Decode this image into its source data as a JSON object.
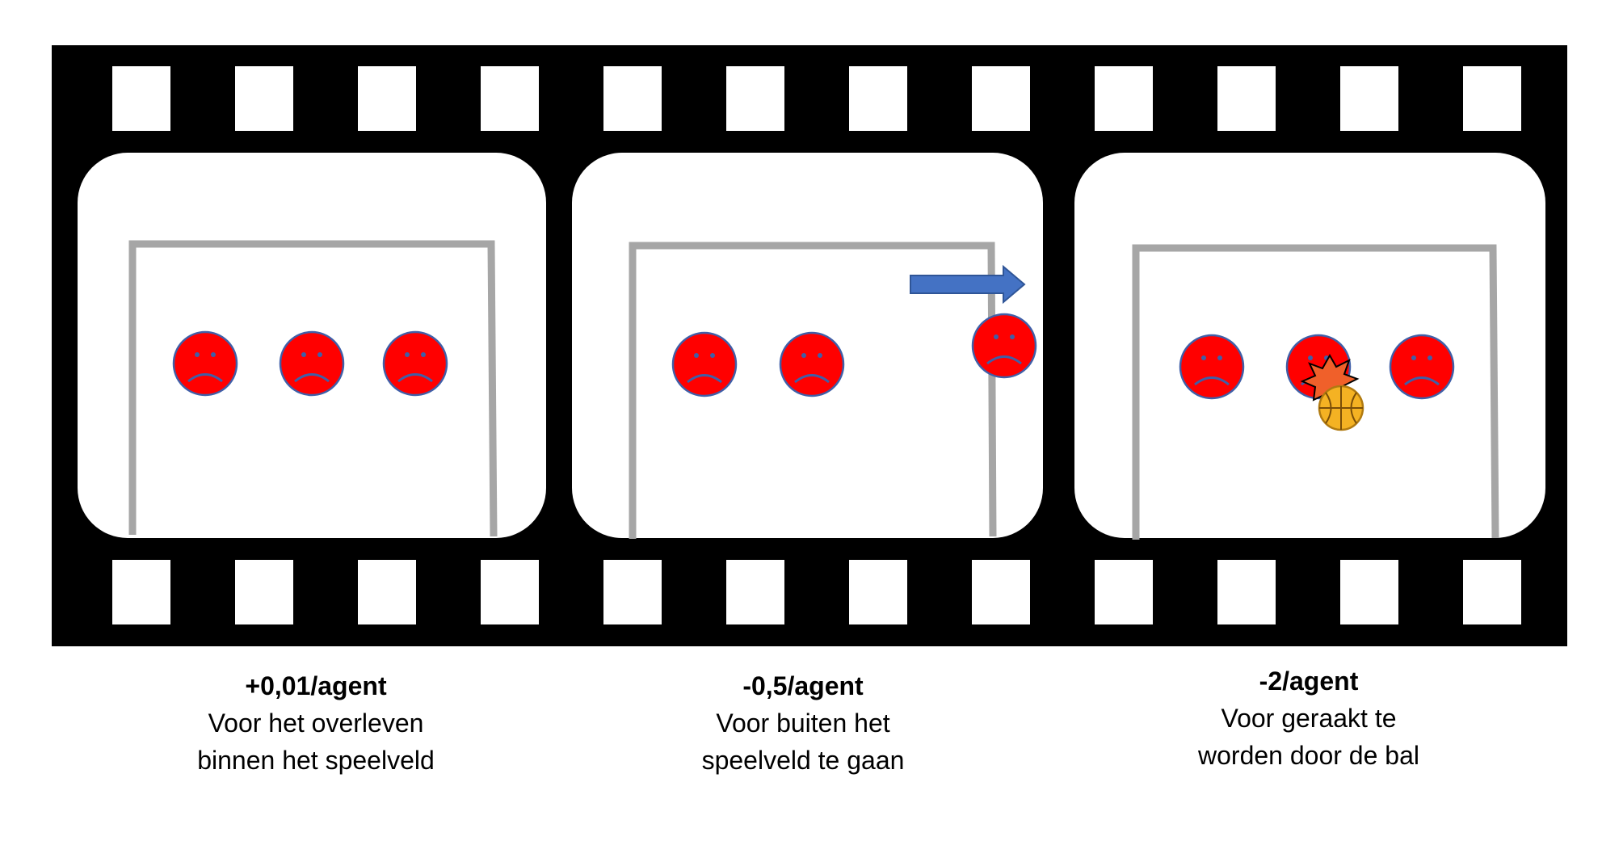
{
  "colors": {
    "film": "#000000",
    "frame": "#ffffff",
    "field_lines": "#a6a6a6",
    "face": "#ff0000",
    "face_outline": "#3f5fa8",
    "arrow": "#4472c4",
    "ball": "#f4b223",
    "burst": "#f0602a"
  },
  "icons": {
    "agent": "sad-face-icon",
    "direction": "right-arrow-icon",
    "ball": "basketball-icon",
    "impact": "explosion-burst-icon"
  },
  "panels": [
    {
      "agents_inside": 3,
      "agents_outside": 0,
      "ball_hit": false,
      "score": "+0,01/agent",
      "lines": [
        "Voor het overleven",
        "binnen het speelveld"
      ]
    },
    {
      "agents_inside": 2,
      "agents_outside": 1,
      "ball_hit": false,
      "score": "-0,5/agent",
      "lines": [
        "Voor buiten het",
        "speelveld te gaan"
      ]
    },
    {
      "agents_inside": 3,
      "agents_outside": 0,
      "ball_hit": true,
      "score": "-2/agent",
      "lines": [
        "Voor geraakt te",
        "worden door de bal"
      ]
    }
  ]
}
